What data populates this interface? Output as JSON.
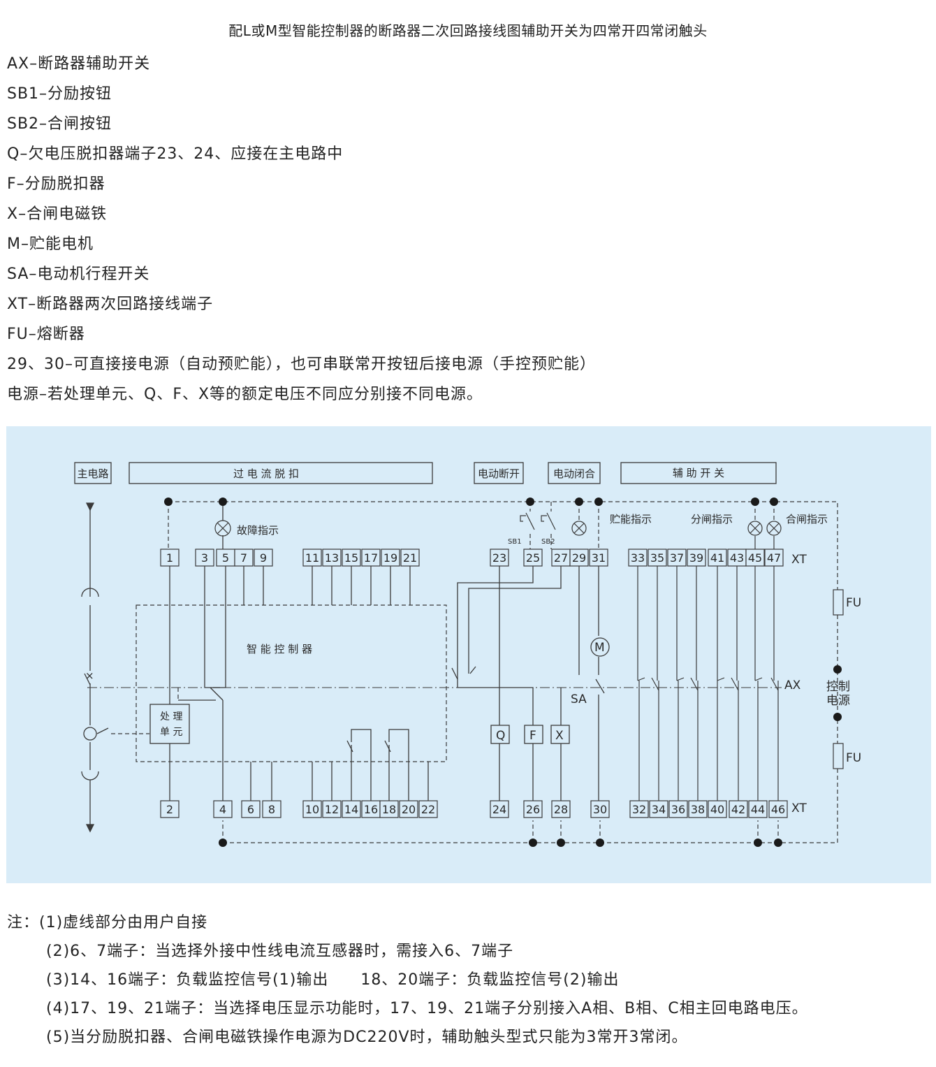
{
  "title": "配L或M型智能控制器的断路器二次回路接线图辅助开关为四常开四常闭触头",
  "legend": [
    "AX–断路器辅助开关",
    "SB1–分励按钮",
    "SB2–合闸按钮",
    "Q–欠电压脱扣器端子23、24、应接在主电路中",
    "F–分励脱扣器",
    "X–合闸电磁铁",
    "M–贮能电机",
    "SA–电动机行程开关",
    "XT–断路器两次回路接线端子",
    "FU–熔断器",
    "29、30–可直接接电源（自动预贮能），也可串联常开按钮后接电源（手控预贮能）",
    "电源–若处理单元、Q、F、X等的额定电压不同应分别接不同电源。"
  ],
  "diagram": {
    "background": "#d9ecf8",
    "line_color": "#3a3a3a",
    "headers": [
      "主电路",
      "过 电 流 脱 扣",
      "电动断开",
      "电动闭合",
      "辅 助 开 关"
    ],
    "top_terminals": [
      "1",
      "3",
      "5",
      "7",
      "9",
      "11",
      "13",
      "15",
      "17",
      "19",
      "21",
      "23",
      "25",
      "27",
      "29",
      "31",
      "33",
      "35",
      "37",
      "39",
      "41",
      "43",
      "45",
      "47"
    ],
    "bottom_terminals": [
      "2",
      "4",
      "6",
      "8",
      "10",
      "12",
      "14",
      "16",
      "18",
      "20",
      "22",
      "24",
      "26",
      "28",
      "30",
      "32",
      "34",
      "36",
      "38",
      "40",
      "42",
      "44",
      "46"
    ],
    "labels": {
      "fault_indicator": "故障指示",
      "charge_indicator": "贮能指示",
      "open_indicator": "分闸指示",
      "close_indicator": "合闸指示",
      "sb1": "SB1",
      "sb2": "SB2",
      "xt": "XT",
      "fu": "FU",
      "controller": "智 能 控 制 器",
      "processing_unit_1": "处 理",
      "processing_unit_2": "单 元",
      "motor": "M",
      "sa": "SA",
      "ax": "AX",
      "control_power_1": "控制",
      "control_power_2": "电源",
      "q": "Q",
      "f": "F",
      "x": "X",
      "x_mark": "×"
    }
  },
  "notes": [
    "注：(1)虚线部分由用户自接",
    "(2)6、7端子：当选择外接中性线电流互感器时，需接入6、7端子",
    "(3)14、16端子：负载监控信号(1)输出　　18、20端子：负载监控信号(2)输出",
    "(4)17、19、21端子：当选择电压显示功能时，17、19、21端子分别接入A相、B相、C相主回电路电压。",
    "(5)当分励脱扣器、合闸电磁铁操作电源为DC220V时，辅助触头型式只能为3常开3常闭。"
  ]
}
